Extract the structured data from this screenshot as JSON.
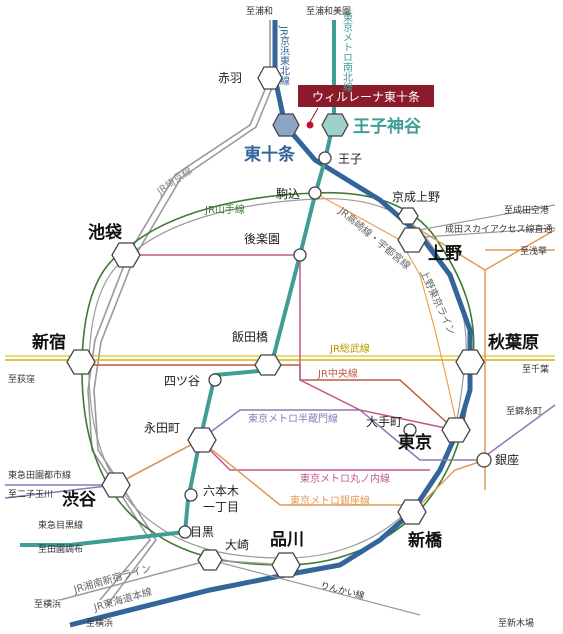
{
  "banner": {
    "label": "ウィルレーナ東十条",
    "color": "#8b1a2b"
  },
  "colors": {
    "keihin_tohoku": "#34659a",
    "namboku": "#3f9d96",
    "yamanote": "#3f7a33",
    "saikyo": "#999999",
    "sobu": "#d2b400",
    "chuo": "#c15a3e",
    "hanzomon": "#8c7ab5",
    "marunouchi": "#c0588f",
    "ginza": "#e09a55",
    "takasaki": "#f0a050",
    "skyaccess": "#999999",
    "tokyu": "#3f9d96"
  },
  "stations": {
    "akabane": "赤羽",
    "higashi_jujo": "東十条",
    "oji_kamiya": "王子神谷",
    "oji": "王子",
    "komagome": "駒込",
    "keisei_ueno": "京成上野",
    "ueno": "上野",
    "ikebukuro": "池袋",
    "korakuen": "後楽園",
    "iidabashi": "飯田橋",
    "shinjuku": "新宿",
    "akihabara": "秋葉原",
    "yotsuya": "四ツ谷",
    "nagatacho": "永田町",
    "otemachi": "大手町",
    "tokyo": "東京",
    "ginza": "銀座",
    "shibuya": "渋谷",
    "roppongi_1": "六本木",
    "roppongi_2": "一丁目",
    "meguro": "目黒",
    "osaki": "大崎",
    "shinagawa": "品川",
    "shimbashi": "新橋"
  },
  "lines": {
    "keihin_tohoku": "JR京浜東北線",
    "namboku": "東京メトロ南北線",
    "saikyo": "JR埼京線",
    "yamanote": "JR山手線",
    "takasaki": "JR高崎線・宇都宮線",
    "ueno_tokyo": "上野東京ライン",
    "sobu": "JR総武線",
    "chuo": "JR中央線",
    "hanzomon": "東京メトロ半蔵門線",
    "marunouchi": "東京メトロ丸ノ内線",
    "ginza": "東京メトロ銀座線",
    "den_en_toshi": "東急田園都市線",
    "meguro_line": "東急目黒線",
    "shonan": "JR湘南新宿ライン",
    "tokaido": "JR東海道本線",
    "rinkai": "りんかい線",
    "keisei": "成田スカイアクセス線直通"
  },
  "destinations": {
    "urawa": "至浦和",
    "urawa_misono": "至浦和美園",
    "narita": "至成田空港",
    "asakusa": "至浅草",
    "ogikubo": "至荻窪",
    "chiba": "至千葉",
    "kinshicho": "至錦糸町",
    "futako": "至二子玉川",
    "den_en_chofu": "至田園調布",
    "yokohama1": "至横浜",
    "yokohama2": "至横浜",
    "shinkiba": "至新木場"
  }
}
